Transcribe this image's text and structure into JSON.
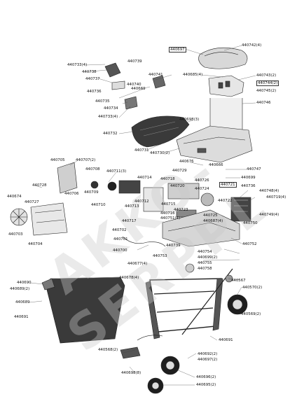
{
  "watermark": "AKKO-SERPPL",
  "labels": {
    "p440742": "440742(4)",
    "p440697": "440697",
    "p440733": "440733(4)",
    "p440739": "440739",
    "p440738": "440738",
    "p440737": "440737",
    "p440740": "440740",
    "p440669": "440669",
    "p440741": "440741",
    "p440685": "440685(4)",
    "p440743": "440743(2)",
    "p440744": "440744(2)",
    "p440745": "440745(2)",
    "p440736": "440736",
    "p440735": "440735",
    "p440734": "440734",
    "p440733b": "440733(4)",
    "p440746": "440746",
    "p440698": "440698(3)",
    "p440732": "440732",
    "p440731": "440731",
    "p440730": "440730(2)",
    "p440705": "440705",
    "p440707": "440707(2)",
    "p440676": "440676",
    "p440666": "440666",
    "p440747": "440747",
    "p440708": "440708",
    "p440711": "440711(3)",
    "p440729": "440729",
    "p440728": "440728",
    "p440699": "440699",
    "p440714": "440714",
    "p440718": "440718",
    "p440726": "440726",
    "p440721": "440721",
    "p440720": "440720",
    "p440724": "440724",
    "p440706": "440706",
    "p440709": "440709",
    "p440674": "440674",
    "p440736b": "440736",
    "p440748": "440748(4)",
    "p440719": "440719(4)",
    "p440727": "440727",
    "p440710": "440710",
    "p440712": "440712",
    "p440713": "440713",
    "p440723": "440723",
    "p440722": "440722",
    "p440715": "440715",
    "p440725": "440725",
    "p440716": "440716",
    "p440749": "440749(4)",
    "p440751": "440751(4)",
    "p440687": "440687(4)",
    "p440750": "440750",
    "p440717": "440717",
    "p440703": "440703",
    "p440702": "440702",
    "p440704": "440704",
    "p440701": "440701",
    "p440752": "440752",
    "p440700": "440700",
    "p440739b": "440739",
    "p440754": "440754",
    "p440753": "440753",
    "p440699b": "440699(2)",
    "p440677": "440677(4)",
    "p440755": "440755",
    "p440758": "440758",
    "p440678": "440678(4)",
    "p440567": "440567",
    "p440690": "440690",
    "p440570": "440570(2)",
    "p440689b": "440689(2)",
    "p440689": "440689",
    "p440569": "440569(2)",
    "p440691": "440691",
    "p440691b": "440691",
    "p440568": "440568(2)",
    "p440692": "440692(2)",
    "p440697b": "440697(2)",
    "p440698b": "440698(8)",
    "p440696": "440696(2)",
    "p440695": "440695(2)"
  }
}
